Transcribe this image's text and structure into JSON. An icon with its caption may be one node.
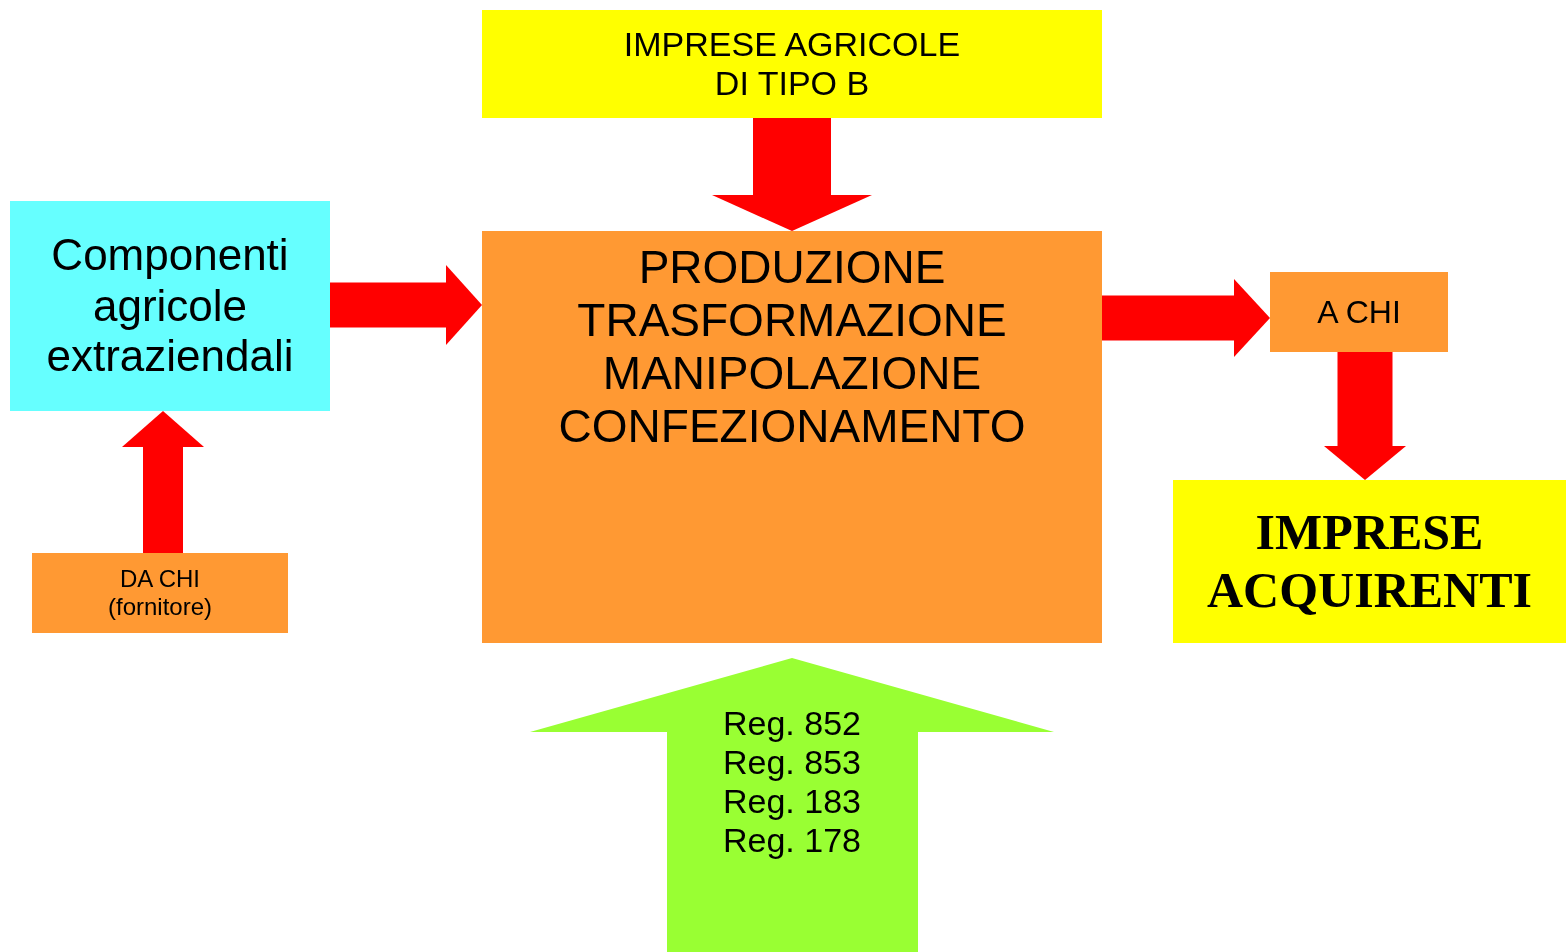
{
  "diagram": {
    "nodes": [
      {
        "text": [
          "IMPRESE AGRICOLE DI TIPO B"
        ]
      },
      {
        "text": [
          "Componenti agricole extraziendali"
        ]
      },
      {
        "text": [
          "PRODUZIONE",
          "TRASFORMAZIONE",
          "MANIPOLAZIONE",
          "CONFEZIONAMENTO"
        ]
      },
      {
        "text": [
          "A CHI"
        ]
      },
      {
        "text": [
          "DA CHI (fornitore)"
        ]
      },
      {
        "text": [
          "IMPRESE ACQUIRENTI"
        ]
      },
      {
        "text": [
          "Reg. 852",
          "Reg. 853",
          "Reg. 183",
          "Reg. 178"
        ]
      }
    ],
    "edges": [
      {
        "from": 0,
        "to": 2,
        "arrow": "to"
      },
      {
        "from": 1,
        "to": 2,
        "arrow": "to"
      },
      {
        "from": 4,
        "to": 1,
        "arrow": "to"
      },
      {
        "from": 2,
        "to": 3,
        "arrow": "to"
      },
      {
        "from": 3,
        "to": 5,
        "arrow": "to"
      }
    ]
  }
}
